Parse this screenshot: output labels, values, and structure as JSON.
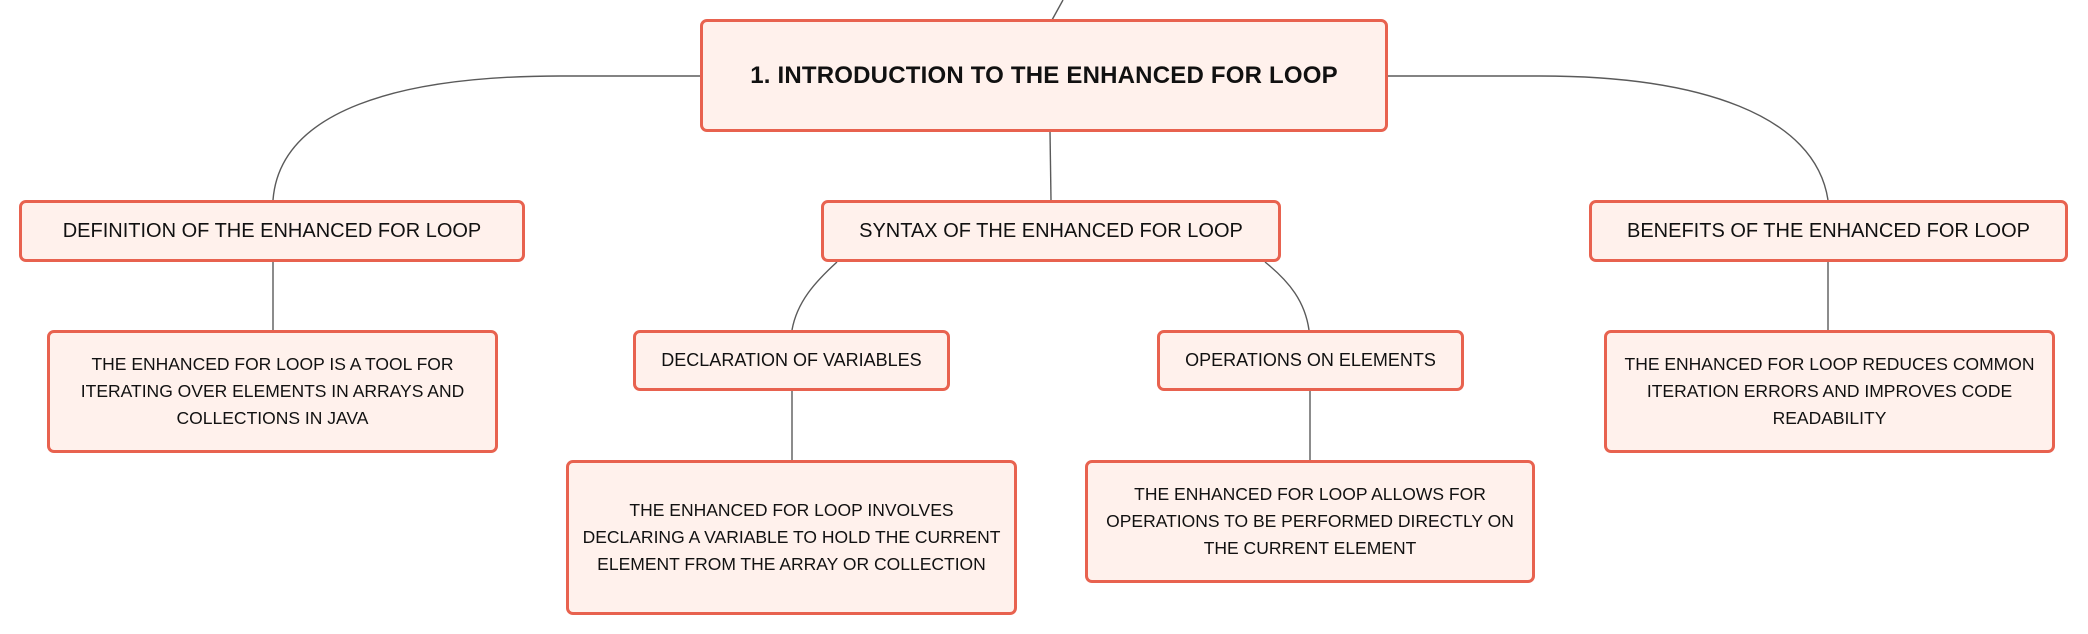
{
  "diagram": {
    "type": "mind-map",
    "colors": {
      "node_border": "#e8624f",
      "node_fill": "#fff1ec",
      "connector": "#5a5a5a",
      "text": "#111111"
    },
    "root": {
      "label": "1. INTRODUCTION TO THE ENHANCED FOR LOOP"
    },
    "branches": {
      "definition": {
        "label": "DEFINITION OF THE ENHANCED FOR LOOP",
        "detail": "THE ENHANCED FOR LOOP IS A TOOL FOR ITERATING OVER ELEMENTS IN ARRAYS AND COLLECTIONS IN JAVA"
      },
      "syntax": {
        "label": "SYNTAX OF THE ENHANCED FOR LOOP",
        "children": {
          "declaration": {
            "label": "DECLARATION OF VARIABLES",
            "detail": "THE ENHANCED FOR LOOP INVOLVES DECLARING A VARIABLE TO HOLD THE CURRENT ELEMENT FROM THE ARRAY OR COLLECTION"
          },
          "operations": {
            "label": "OPERATIONS ON ELEMENTS",
            "detail": "THE ENHANCED FOR LOOP ALLOWS FOR OPERATIONS TO BE PERFORMED DIRECTLY ON THE CURRENT ELEMENT"
          }
        }
      },
      "benefits": {
        "label": "BENEFITS OF THE ENHANCED FOR LOOP",
        "detail": "THE ENHANCED FOR LOOP REDUCES COMMON ITERATION ERRORS AND IMPROVES CODE READABILITY"
      }
    }
  }
}
